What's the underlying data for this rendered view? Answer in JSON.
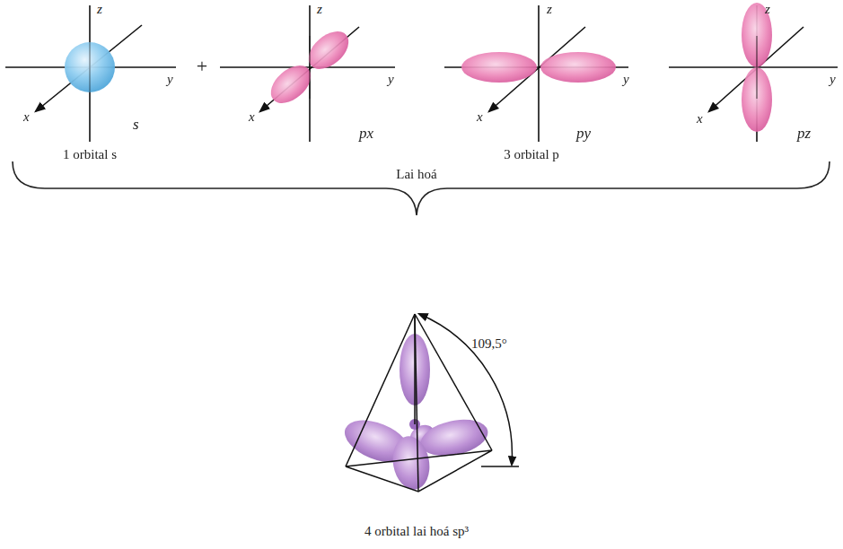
{
  "diagram": {
    "labels": [
      "z",
      "y",
      "x",
      "s",
      "1 orbital s",
      "+",
      "z",
      "y",
      "x",
      "px",
      "z",
      "y",
      "x",
      "py",
      "3 orbital p",
      "z",
      "y",
      "x",
      "pz",
      "Lai hoá",
      "109,5°",
      "4 orbital lai hoá sp³"
    ]
  }
}
